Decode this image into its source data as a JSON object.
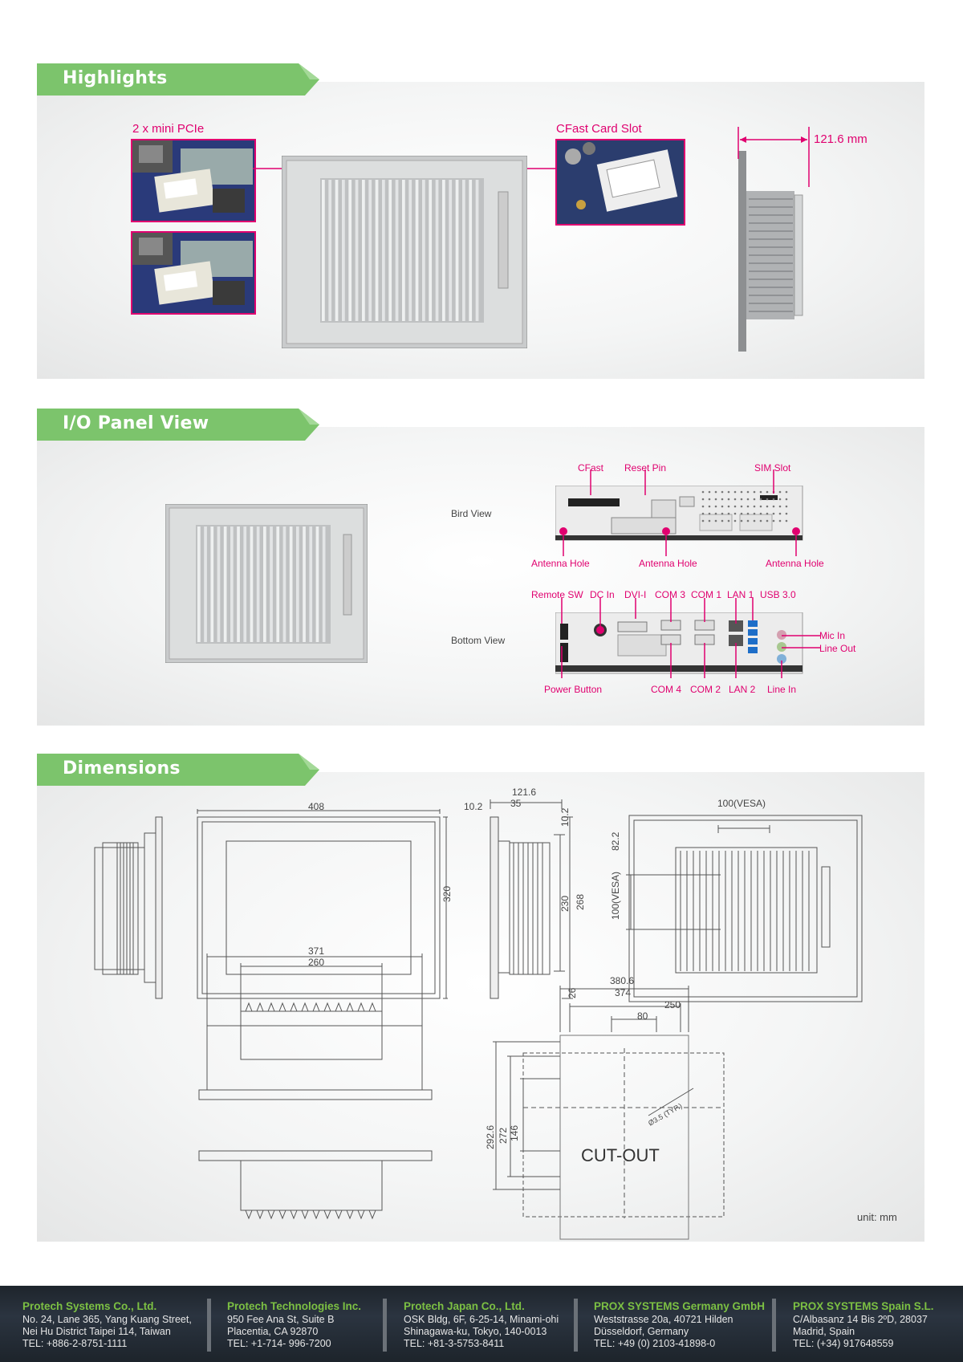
{
  "sections": {
    "highlights": "Highlights",
    "io_panel": "I/O Panel View",
    "dimensions": "Dimensions"
  },
  "highlights": {
    "mini_pcie": "2 x mini PCIe",
    "cfast": "CFast Card Slot",
    "depth": "121.6 mm"
  },
  "io": {
    "bird_view": "Bird View",
    "bottom_view": "Bottom View",
    "bird_labels": {
      "cfast": "CFast",
      "reset_pin": "Reset Pin",
      "sim_slot": "SIM Slot",
      "antenna_1": "Antenna Hole",
      "antenna_2": "Antenna Hole",
      "antenna_3": "Antenna Hole"
    },
    "bottom_labels": {
      "remote_sw": "Remote SW",
      "dc_in": "DC In",
      "dvi_i": "DVI-I",
      "com3": "COM 3",
      "com1": "COM 1",
      "lan1": "LAN 1",
      "usb30": "USB 3.0",
      "mic_in": "Mic In",
      "line_out": "Line Out",
      "power_button": "Power Button",
      "com4": "COM 4",
      "com2": "COM 2",
      "lan2": "LAN 2",
      "line_in": "Line In"
    }
  },
  "dimensions": {
    "front_width": "408",
    "front_height": "320",
    "side_depth": "121.6",
    "side_a": "10.2",
    "side_b": "35",
    "side_c": "10.2",
    "side_230": "230",
    "side_268": "268",
    "side_26": "26",
    "vesa_h": "100(VESA)",
    "vesa_v": "100(VESA)",
    "rear_822": "82.2",
    "bottom_371": "371",
    "bottom_260": "260",
    "cut_3806": "380.6",
    "cut_374": "374",
    "cut_80": "80",
    "cut_250": "250",
    "cut_2926": "292.6",
    "cut_272": "272",
    "cut_146": "146",
    "hole": "Ø3.5 (TYP.)",
    "cutout": "CUT-OUT",
    "unit": "unit: mm"
  },
  "footer": [
    {
      "name": "Protech Systems Co., Ltd.",
      "lines": [
        "No. 24, Lane 365, Yang Kuang Street,",
        "Nei Hu District Taipei 114, Taiwan",
        "TEL: +886-2-8751-1111"
      ]
    },
    {
      "name": "Protech Technologies Inc.",
      "lines": [
        "950 Fee Ana St, Suite B",
        "Placentia, CA 92870",
        "TEL: +1-714- 996-7200"
      ]
    },
    {
      "name": "Protech Japan Co., Ltd.",
      "lines": [
        "OSK Bldg, 6F, 6-25-14, Minami-ohi",
        "Shinagawa-ku, Tokyo, 140-0013",
        "TEL: +81-3-5753-8411"
      ]
    },
    {
      "name": "PROX SYSTEMS Germany GmbH",
      "lines": [
        "Weststrasse 20a, 40721 Hilden",
        "Düsseldorf, Germany",
        "TEL: +49 (0) 2103-41898-0"
      ]
    },
    {
      "name": "PROX SYSTEMS Spain S.L.",
      "lines": [
        "C/Albasanz 14 Bis 2ºD, 28037",
        "Madrid, Spain",
        "TEL: (+34) 917648559"
      ]
    }
  ],
  "colors": {
    "accent": "#e0006f",
    "tab_green": "#7cc46c",
    "footer_green": "#7cc043"
  }
}
